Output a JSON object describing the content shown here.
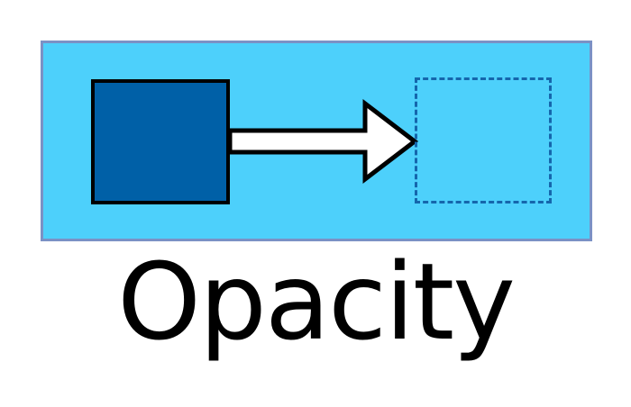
{
  "figure": {
    "caption": "Opacity"
  },
  "banner": {
    "background_color": "#4DD0FB",
    "border_color": "#7B91C5"
  },
  "solid_square": {
    "fill_color": "#0060A7",
    "border_color": "#000000"
  },
  "arrow": {
    "direction": "right",
    "fill_color": "#FFFFFF",
    "stroke_color": "#000000"
  },
  "dashed_square": {
    "border_color": "#1566AC",
    "border_style": "dashed",
    "fill": "transparent"
  }
}
